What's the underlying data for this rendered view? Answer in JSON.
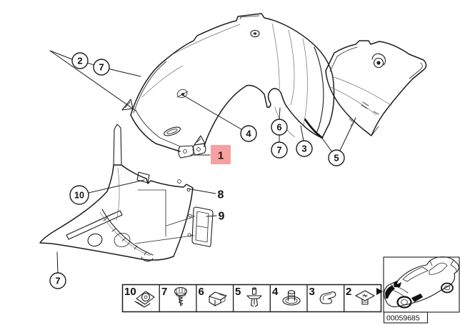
{
  "diagram": {
    "description": "wheel-arch-liner-parts-diagram",
    "callouts": [
      {
        "id": "callout-2",
        "label": "2"
      },
      {
        "id": "callout-7-top",
        "label": "7"
      },
      {
        "id": "callout-4",
        "label": "4"
      },
      {
        "id": "callout-6",
        "label": "6"
      },
      {
        "id": "callout-7-mid",
        "label": "7"
      },
      {
        "id": "callout-3",
        "label": "3"
      },
      {
        "id": "callout-5",
        "label": "5"
      },
      {
        "id": "callout-10",
        "label": "10"
      },
      {
        "id": "callout-7-bottom",
        "label": "7"
      },
      {
        "id": "label-8",
        "label": "8"
      },
      {
        "id": "label-9",
        "label": "9"
      }
    ],
    "highlighted_part": {
      "label": "1",
      "highlight_color": "#f5a1a1"
    }
  },
  "fastener_legend": {
    "items": [
      {
        "label": "10",
        "icon": "speed-nut-icon"
      },
      {
        "label": "7",
        "icon": "hex-screw-icon"
      },
      {
        "label": "6",
        "icon": "clamp-clip-icon"
      },
      {
        "label": "5",
        "icon": "expanding-rivet-icon"
      },
      {
        "label": "4",
        "icon": "plastic-nut-icon"
      },
      {
        "label": "3",
        "icon": "spring-clip-icon"
      },
      {
        "label": "2",
        "icon": "expanding-nut-icon"
      }
    ]
  },
  "vehicle_thumbnail": {
    "image_id": "00059685",
    "icon": "car-sketch-icon"
  },
  "colors": {
    "background": "#ffffff",
    "line": "#1b1b1b",
    "highlight": "#f5a1a1"
  }
}
